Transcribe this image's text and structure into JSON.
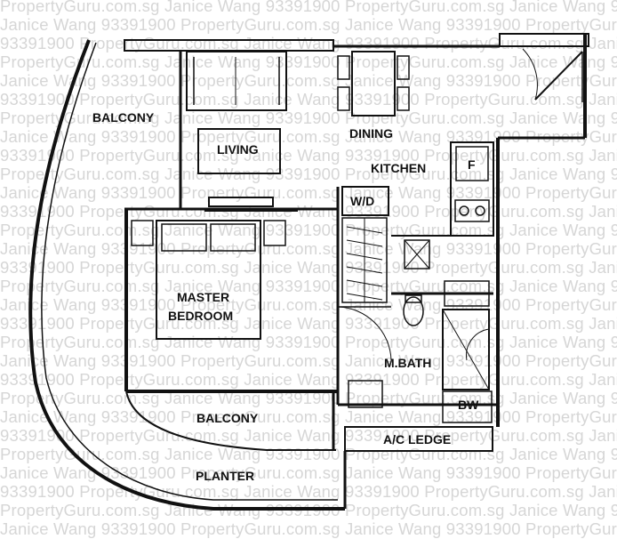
{
  "watermark": {
    "line_a": "PropertyGuru.com.sg Janice Wang 93391900 PropertyGuru.com.sg Janice Wang 93391900 PropertyGuru.com.sg Janice Wang 93391900",
    "line_b": "Janice Wang 93391900 PropertyGuru.com.sg Janice Wang 93391900 PropertyGuru.com.sg Janice Wang 93391900 PropertyGuru.com.sg",
    "line_c": "93391900 PropertyGuru.com.sg Janice Wang 93391900 PropertyGuru.com.sg Janice Wang 93391900 PropertyGuru.com.sg Janice Wang"
  },
  "rooms": {
    "balcony_top": "BALCONY",
    "living": "LIVING",
    "dining": "DINING",
    "kitchen": "KITCHEN",
    "fridge": "F",
    "washer_dryer": "W/D",
    "master_bedroom_1": "MASTER",
    "master_bedroom_2": "BEDROOM",
    "master_bath": "M.BATH",
    "bay_window": "BW",
    "balcony_bottom": "BALCONY",
    "ac_ledge": "A/C LEDGE",
    "planter": "PLANTER"
  }
}
